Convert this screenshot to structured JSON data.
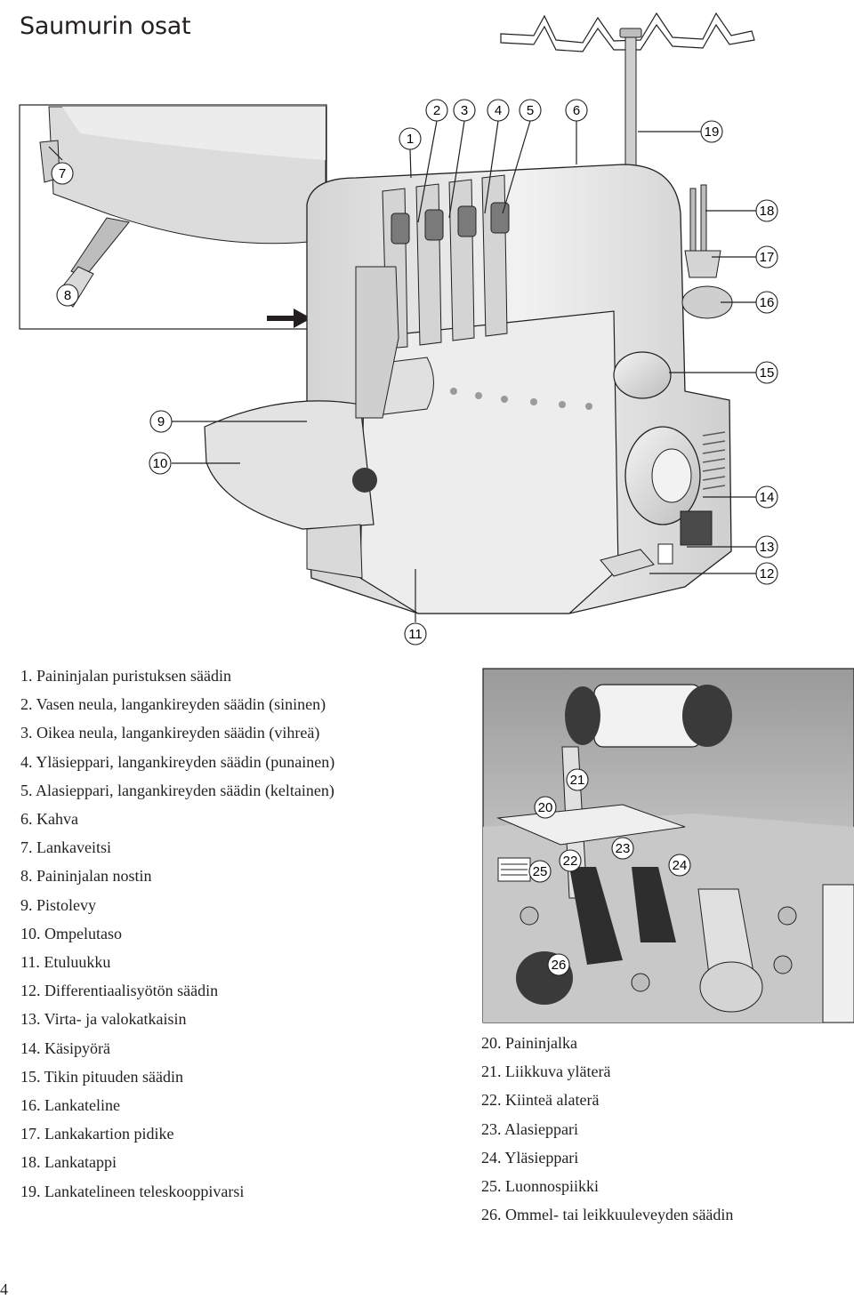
{
  "page": {
    "title": "Saumurin osat",
    "number": "4"
  },
  "parts_main": [
    "1. Paininjalan puristuksen säädin",
    "2. Vasen neula, langankireyden säädin (sininen)",
    "3. Oikea neula, langankireyden säädin (vihreä)",
    "4. Yläsieppari, langankireyden säädin (punainen)",
    "5. Alasieppari, langankireyden säädin (keltainen)",
    "6. Kahva",
    "7. Lankaveitsi",
    "8. Paininjalan nostin",
    "9. Pistolevy",
    "10. Ompelutaso",
    "11. Etuluukku",
    "12. Differentiaalisyötön säädin",
    "13. Virta- ja valokatkaisin",
    "14. Käsipyörä",
    "15. Tikin pituuden säädin",
    "16. Lankateline",
    "17. Lankakartion pidike",
    "18. Lankatappi",
    "19. Lankatelineen teleskooppivarsi"
  ],
  "parts_detail": [
    "20. Paininjalka",
    "21. Liikkuva yläterä",
    "22. Kiinteä alaterä",
    "23. Alasieppari",
    "24. Yläsieppari",
    "25. Luonnospiikki",
    "26. Ommel- tai leikkuuleveyden säädin"
  ],
  "callouts": {
    "c1": "1",
    "c2": "2",
    "c3": "3",
    "c4": "4",
    "c5": "5",
    "c6": "6",
    "c7": "7",
    "c8": "8",
    "c9": "9",
    "c10": "10",
    "c11": "11",
    "c12": "12",
    "c13": "13",
    "c14": "14",
    "c15": "15",
    "c16": "16",
    "c17": "17",
    "c18": "18",
    "c19": "19",
    "c20": "20",
    "c21": "21",
    "c22": "22",
    "c23": "23",
    "c24": "24",
    "c25": "25",
    "c26": "26"
  },
  "colors": {
    "machine_body": "#e6e6e6",
    "machine_shadow": "#bdbdbd",
    "dark_part": "#3a3a3a",
    "outline": "#231f20"
  }
}
